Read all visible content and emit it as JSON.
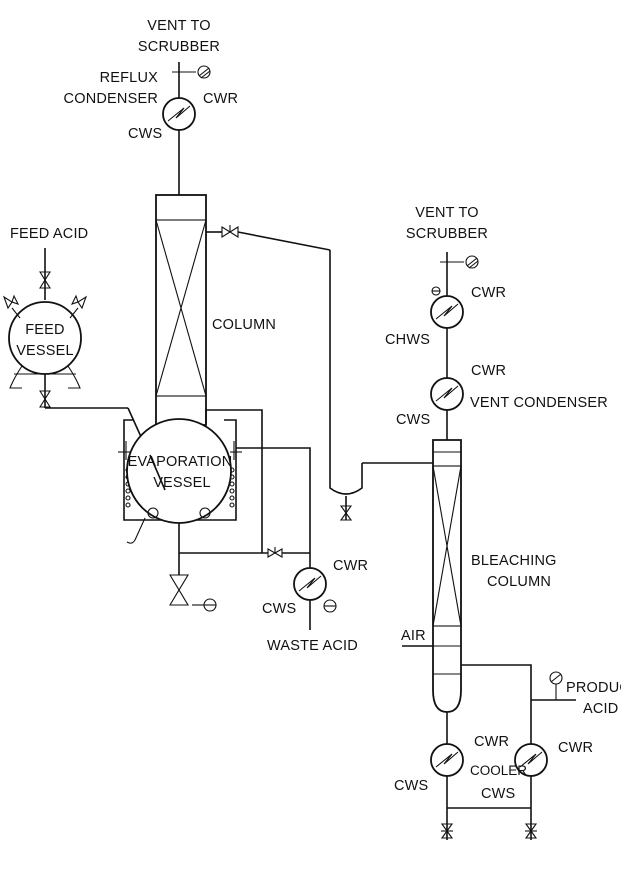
{
  "labels": {
    "vent_top_1": "VENT TO",
    "vent_top_2": "SCRUBBER",
    "reflux_1": "REFLUX",
    "reflux_2": "CONDENSER",
    "reflux_cwr": "CWR",
    "reflux_cws": "CWS",
    "feed_acid": "FEED ACID",
    "feed_vessel_1": "FEED",
    "feed_vessel_2": "VESSEL",
    "column": "COLUMN",
    "evap_1": "EVAPORATION",
    "evap_2": "VESSEL",
    "vent_right_1": "VENT TO",
    "vent_right_2": "SCRUBBER",
    "chws": "CHWS",
    "chw_cwr": "CWR",
    "vc_cwr": "CWR",
    "vc_cws": "CWS",
    "vent_condenser": "VENT CONDENSER",
    "bleach_1": "BLEACHING",
    "bleach_2": "COLUMN",
    "waste_cwr": "CWR",
    "waste_cws": "CWS",
    "waste_acid": "WASTE ACID",
    "air": "AIR",
    "product_1": "PRODUC",
    "product_2": "ACID",
    "cooler1_cwr": "CWR",
    "cooler1_cws": "CWS",
    "cooler_label": "COOLER",
    "cooler2_cwr": "CWR",
    "cooler2_cws": "CWS"
  }
}
